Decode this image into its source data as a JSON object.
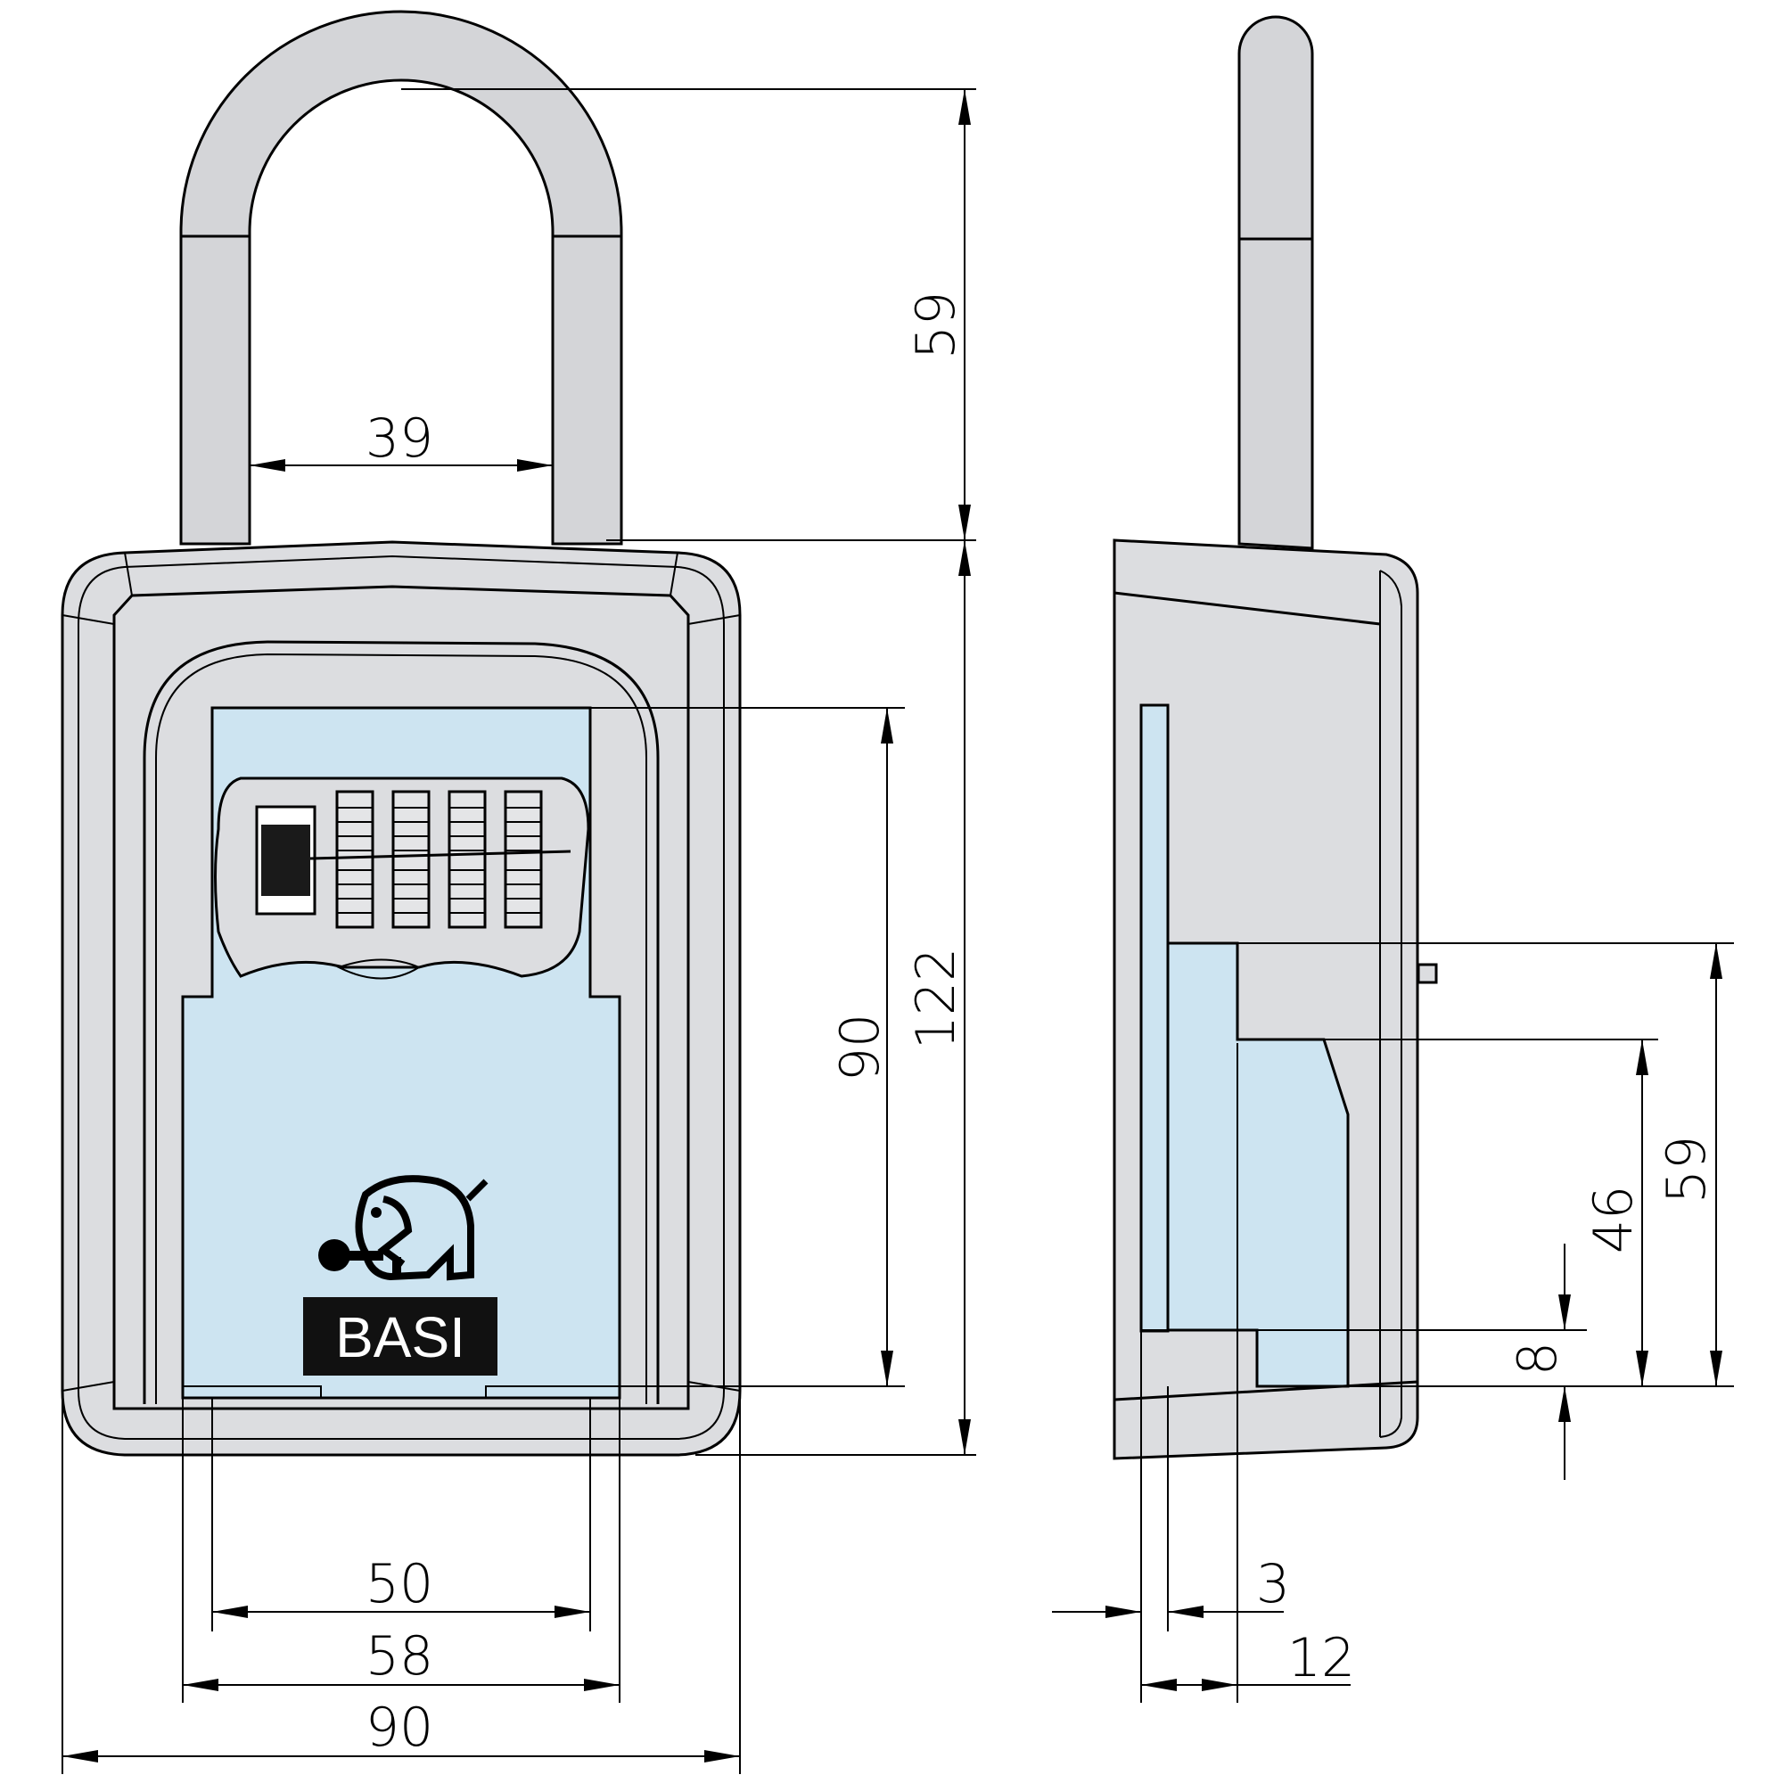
{
  "colors": {
    "body": "#dcdde0",
    "shackle": "#d4d5d8",
    "key_compartment": "#cde4f1",
    "logo_label": "#000000"
  },
  "logo": {
    "brand": "BASI",
    "icon": "elephant-key-icon"
  },
  "combination_dial": {
    "wheels": 4
  },
  "dimensions": {
    "front_view": {
      "shackle_height": "59",
      "shackle_inner_width": "39",
      "body_height": "122",
      "compartment_height": "90",
      "compartment_width": "50",
      "door_width": "58",
      "body_width": "90"
    },
    "side_view": {
      "depth_total": "59",
      "depth_inner": "46",
      "bottom_offset": "8",
      "wall_thickness": "3",
      "door_depth": "12"
    }
  }
}
